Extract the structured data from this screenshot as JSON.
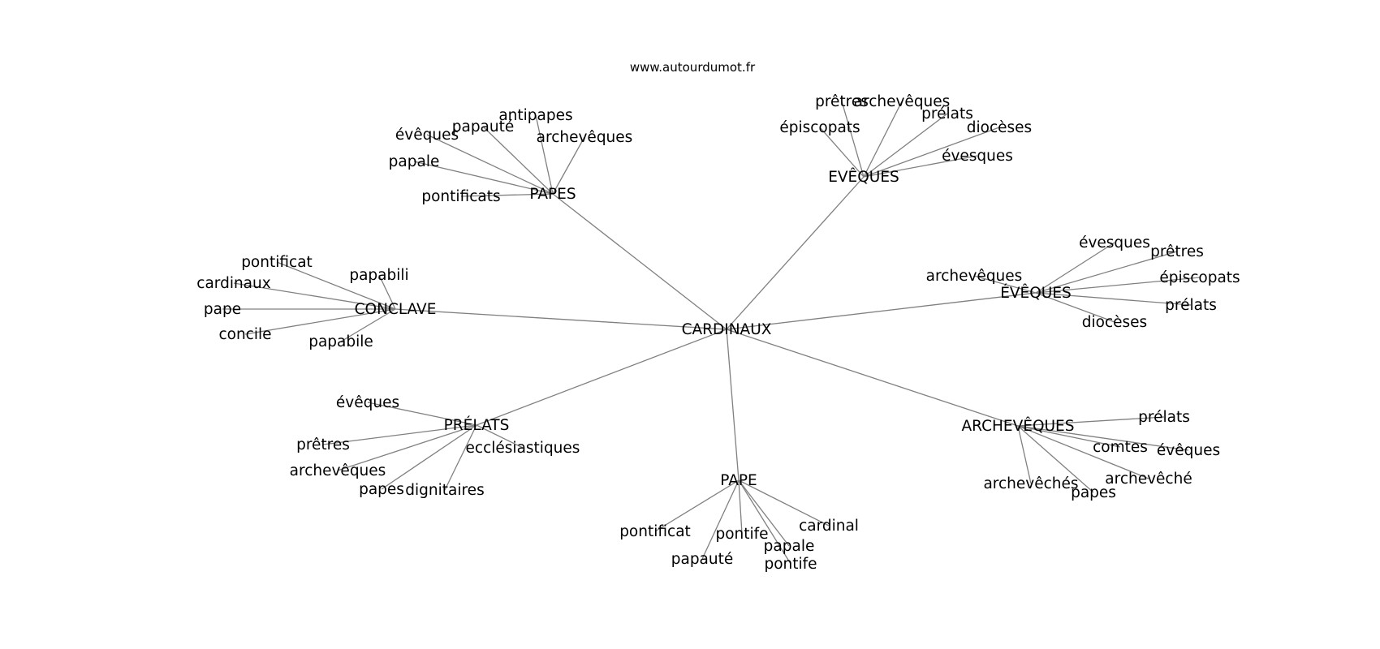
{
  "watermark": "www.autourdumot.fr",
  "graph": {
    "center": "CARDINAUX",
    "clusters": [
      {
        "hub": "PAPES",
        "leaves": [
          "antipapes",
          "papauté",
          "évêques",
          "archevêques",
          "papale",
          "pontificats"
        ]
      },
      {
        "hub": "EVÊQUES",
        "leaves": [
          "prêtres",
          "archevêques",
          "prélats",
          "épiscopats",
          "diocèses",
          "évesques"
        ]
      },
      {
        "hub": "CONCLAVE",
        "leaves": [
          "pontificat",
          "papabili",
          "cardinaux",
          "pape",
          "concile",
          "papabile"
        ]
      },
      {
        "hub": "ÉVÊQUES",
        "leaves": [
          "évesques",
          "prêtres",
          "archevêques",
          "épiscopats",
          "prélats",
          "diocèses"
        ]
      },
      {
        "hub": "PRÉLATS",
        "leaves": [
          "évêques",
          "prêtres",
          "ecclésiastiques",
          "archevêques",
          "papes",
          "dignitaires"
        ]
      },
      {
        "hub": "ARCHEVÊQUES",
        "leaves": [
          "prélats",
          "comtes",
          "évêques",
          "archevêché",
          "archevêchés",
          "papes"
        ]
      },
      {
        "hub": "PAPE",
        "leaves": [
          "pontificat",
          "cardinal",
          "pontife",
          "papale",
          "papauté",
          "pontife"
        ]
      }
    ]
  }
}
